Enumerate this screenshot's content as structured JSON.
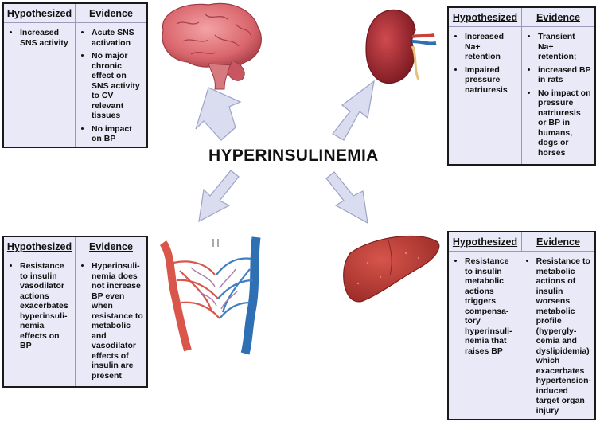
{
  "title": "HYPERINSULINEMIA",
  "headers": {
    "hypothesized": "Hypothesized",
    "evidence": "Evidence"
  },
  "panels": {
    "brain": {
      "hypothesized": [
        "Increased SNS activity"
      ],
      "evidence": [
        "Acute SNS activation",
        "No major chronic effect on SNS activity to CV relevant tissues",
        "No impact on BP"
      ]
    },
    "kidney": {
      "hypothesized": [
        "Increased Na+ retention",
        "Impaired pressure natriuresis"
      ],
      "evidence": [
        "Transient Na+ retention;",
        "increased BP in rats",
        "No impact on pressure natriuresis or BP in humans, dogs or horses"
      ]
    },
    "vessel": {
      "hypothesized": [
        "Resistance to insulin vasodilator actions exacerbates hyperinsuli-nemia effects on BP"
      ],
      "evidence": [
        "Hyperinsuli-nemia does not increase BP even when resistance to metabolic and vasodilator effects of insulin are present"
      ]
    },
    "liver": {
      "hypothesized": [
        "Resistance to insulin metabolic actions triggers compensa-tory hyperinsuli-nemia that raises BP"
      ],
      "evidence": [
        "Resistance to metabolic actions of insulin worsens metabolic profile (hypergly-cemia and dyslipidemia) which exacerbates hypertension-induced target organ injury"
      ]
    }
  },
  "colors": {
    "panel_bg": "#e9e9f7",
    "arrow_fill": "#dadcf0",
    "arrow_stroke": "#9ea3c8",
    "organ_red": "#c7423a",
    "vein_blue": "#2f6fb3"
  },
  "icons": [
    "brain-icon",
    "kidney-icon",
    "blood-vessel-icon",
    "liver-icon"
  ]
}
